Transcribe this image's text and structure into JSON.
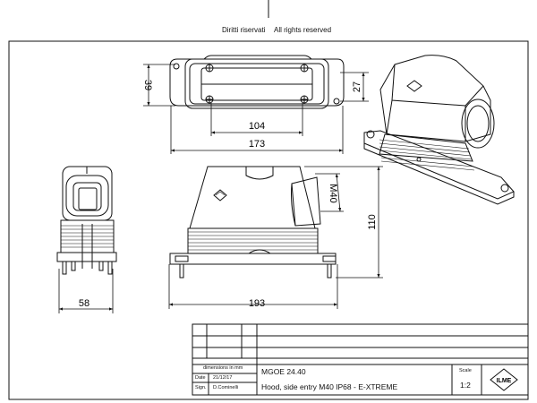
{
  "header": {
    "rights_it": "Diritti riservati",
    "rights_en": "All rights reserved"
  },
  "dimensions": {
    "top_width_inner": "104",
    "top_width_outer": "173",
    "top_height_left": "39",
    "top_height_right": "27",
    "side_width": "58",
    "front_width": "193",
    "front_height": "110",
    "thread": "M40"
  },
  "title_block": {
    "units_note": "dimensions in mm",
    "date_label": "Date",
    "date_value": "21/12/17",
    "sign_label": "Sign.",
    "sign_value": "D.Cominelli",
    "code": "MGOE 24.40",
    "description": "Hood, side entry M40 IP68 - E-XTREME",
    "scale_label": "Scale",
    "scale_value": "1:2",
    "logo_text": "ILME"
  }
}
